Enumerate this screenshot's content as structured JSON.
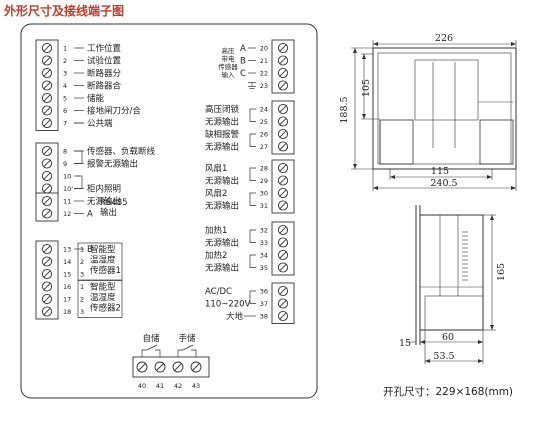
{
  "title": "外形尺寸及接线端子图",
  "left_terminals": [
    {
      "no": "1",
      "label": "工作位置"
    },
    {
      "no": "2",
      "label": "试验位置"
    },
    {
      "no": "3",
      "label": "断路器分"
    },
    {
      "no": "4",
      "label": "断路器合"
    },
    {
      "no": "5",
      "label": "储能"
    },
    {
      "no": "6",
      "label": "接地闸刀分/合"
    },
    {
      "no": "7",
      "label": "公共端"
    },
    {
      "no": "8",
      "label": "传感器、负载断线"
    },
    {
      "no": "9",
      "label": "报警无源输出"
    },
    {
      "no": "10",
      "label": ""
    },
    {
      "no": "10'",
      "label": "柜内照明"
    },
    {
      "no": "11",
      "label": "无源输出"
    },
    {
      "no": "12",
      "label": "A"
    },
    {
      "no": "13",
      "label": "B"
    },
    {
      "no": "14",
      "label": ""
    },
    {
      "no": "15",
      "label": ""
    },
    {
      "no": "16",
      "label": ""
    },
    {
      "no": "17",
      "label": ""
    },
    {
      "no": "18",
      "label": ""
    },
    {
      "no": "19",
      "label": ""
    }
  ],
  "rs485_label": "RS485\n输出",
  "sensor_groups": [
    {
      "label": "智能型\n温湿度\n传感器1"
    },
    {
      "label": "智能型\n温湿度\n传感器2"
    }
  ],
  "right_terminals": [
    {
      "no": "20",
      "label": "A"
    },
    {
      "no": "21",
      "label": "B"
    },
    {
      "no": "22",
      "label": "C"
    },
    {
      "no": "23",
      "label": ""
    },
    {
      "no": "24",
      "label": "高压闭锁"
    },
    {
      "no": "25",
      "label": "无源输出"
    },
    {
      "no": "26",
      "label": "缺相报警"
    },
    {
      "no": "27",
      "label": "无源输出"
    },
    {
      "no": "28",
      "label": "风扇1"
    },
    {
      "no": "29",
      "label": "无源输出"
    },
    {
      "no": "30",
      "label": "风扇2"
    },
    {
      "no": "31",
      "label": "无源输出"
    },
    {
      "no": "32",
      "label": "加热1"
    },
    {
      "no": "33",
      "label": "无源输出"
    },
    {
      "no": "34",
      "label": "加热2"
    },
    {
      "no": "35",
      "label": "无源输出"
    },
    {
      "no": "36",
      "label": "AC/DC"
    },
    {
      "no": "37",
      "label": "110~220V"
    },
    {
      "no": "38",
      "label": "大地"
    }
  ],
  "hv_sensor_label": "高压\n带电\n传感器\n输入",
  "bottom_terminals": {
    "labels": [
      "自储",
      "手储"
    ],
    "numbers": [
      "40",
      "41",
      "42",
      "43"
    ]
  },
  "dimensions": {
    "front_width": "226",
    "front_height_outer": "188.5",
    "front_height_inner": "105",
    "bottom_inner": "115",
    "bottom_outer": "240.5",
    "side_height": "165",
    "side_depth_a": "15",
    "side_depth_b": "60",
    "side_depth_c": "53.5"
  },
  "cutout": "开孔尺寸：229×168(mm)"
}
